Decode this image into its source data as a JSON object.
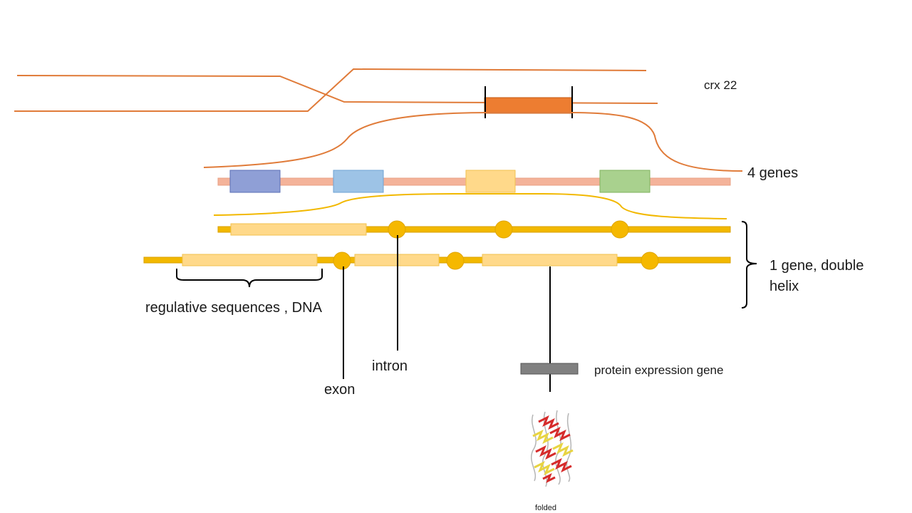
{
  "labels": {
    "chromosome": "crx 22",
    "genes": "4 genes",
    "double_helix_line1": "1 gene, double",
    "double_helix_line2": "helix",
    "regulative": "regulative sequences , DNA",
    "exon": "exon",
    "intron": "intron",
    "protein_expression": "protein expression gene",
    "folded": "folded"
  },
  "colors": {
    "chromosome_line": "#e07b39",
    "chromosome_band": "#ed7d31",
    "gene_strip": "#f4b39a",
    "gene_blue_dark": "#8f9fd6",
    "gene_blue_light": "#9dc3e6",
    "gene_yellow": "#ffd98a",
    "gene_green": "#a9d18e",
    "dna_strand": "#f2b800",
    "dna_segment": "#ffd98a",
    "dna_node": "#f5b800",
    "pointer_line": "#000000",
    "protein_bar": "#808080"
  },
  "icons": {
    "protein": "protein-structure-icon"
  }
}
